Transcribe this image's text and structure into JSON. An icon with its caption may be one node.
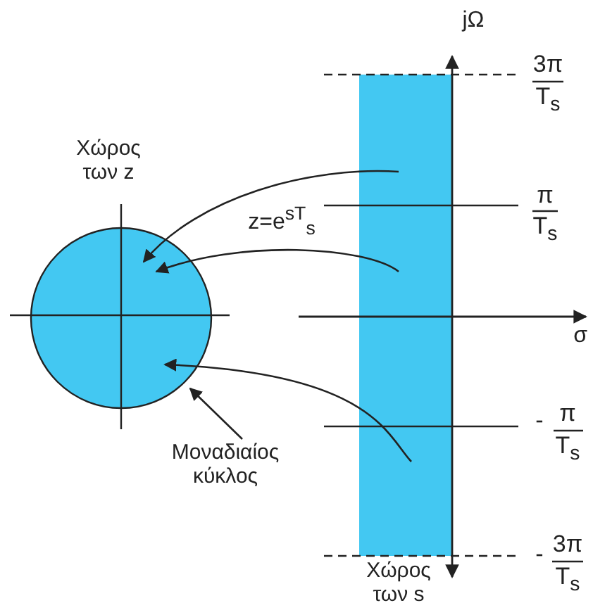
{
  "diagram": {
    "nodes": [
      {
        "text": [],
        "shape": "circle",
        "beside": [
          "Χώρος των z"
        ]
      },
      {
        "text": [],
        "shape": "box",
        "beside": [
          "Χώρος των s"
        ]
      },
      {
        "text": [
          "Μοναδιαίος κύκλος"
        ]
      }
    ],
    "edges": [
      {
        "from": 1,
        "to": 0,
        "arrow": "to"
      },
      {
        "from": 1,
        "to": 0,
        "arrow": "to"
      },
      {
        "from": 1,
        "to": 0,
        "arrow": "to"
      },
      {
        "from": 2,
        "to": 0,
        "arrow": "to"
      }
    ],
    "labels": [
      "jΩ",
      "3π",
      "T$_{s}$",
      "z=e$^{sT}$$_{s}$",
      "π",
      "T$_{s}$",
      "σ",
      "-",
      "π",
      "T$_{s}$",
      "-",
      "3π",
      "T$_{s}$"
    ]
  }
}
